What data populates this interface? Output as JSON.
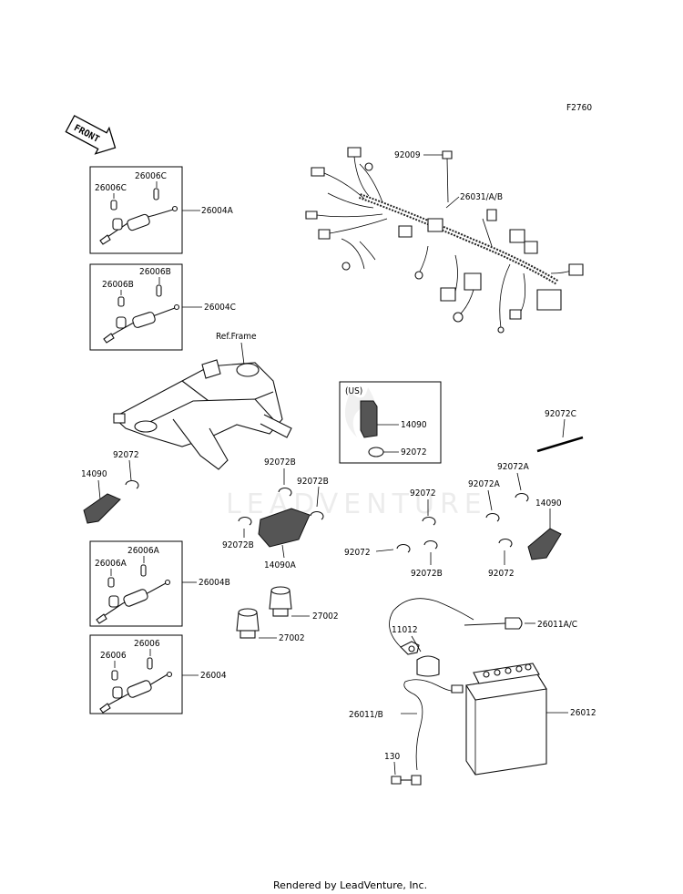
{
  "figure_code": "F2760",
  "front_label": "FRONT",
  "ref_frame": "Ref.Frame",
  "us_label": "(US)",
  "watermark": "LEADVENTURE",
  "footer": "Rendered by LeadVenture, Inc.",
  "labels": {
    "p26006C_a": "26006C",
    "p26006C_b": "26006C",
    "p26004A": "26004A",
    "p26006B_a": "26006B",
    "p26006B_b": "26006B",
    "p26004C": "26004C",
    "p92009": "92009",
    "p26031": "26031/A/B",
    "p14090_us": "14090",
    "p92072_us": "92072",
    "p92072C": "92072C",
    "p92072_l": "92072",
    "p14090_l": "14090",
    "p92072B_a": "92072B",
    "p92072B_b": "92072B",
    "p92072B_c": "92072B",
    "p14090A": "14090A",
    "p92072_m1": "92072",
    "p92072_m2": "92072",
    "p92072B_m": "92072B",
    "p92072A_a": "92072A",
    "p92072A_b": "92072A",
    "p14090_r": "14090",
    "p92072_r": "92072",
    "p26006A_a": "26006A",
    "p26006A_b": "26006A",
    "p26004B": "26004B",
    "p27002_a": "27002",
    "p27002_b": "27002",
    "p26006_a": "26006",
    "p26006_b": "26006",
    "p26004": "26004",
    "p11012": "11012",
    "p26011AC": "26011A/C",
    "p26011B": "26011/B",
    "p26012": "26012",
    "p130": "130"
  }
}
